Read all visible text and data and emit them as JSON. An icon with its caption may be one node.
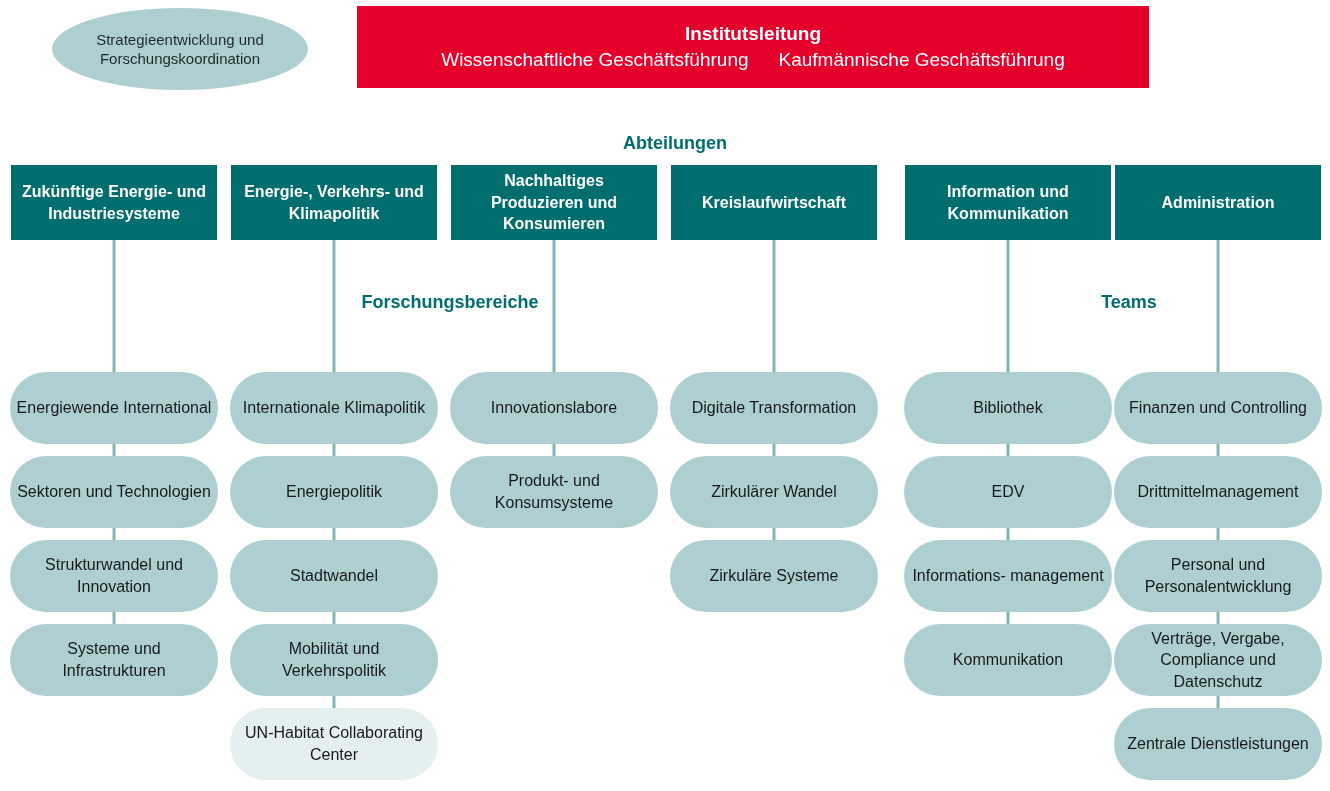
{
  "diagram": {
    "nodes": [
      {
        "text": [
          "Strategieentwicklung und Forschungskoordination"
        ]
      },
      {
        "text": [
          "Institutsleitung",
          "Wissenschaftliche Geschäftsführung",
          "Kaufmännische Geschäftsführung"
        ]
      },
      {
        "text": [
          "Zukünftige Energie- und Industriesysteme"
        ]
      },
      {
        "text": [
          "Energie-, Verkehrs- und Klimapolitik"
        ]
      },
      {
        "text": [
          "Nachhaltiges Produzieren und Konsumieren"
        ]
      },
      {
        "text": [
          "Kreislaufwirtschaft"
        ]
      },
      {
        "text": [
          "Information und Kommunikation"
        ]
      },
      {
        "text": [
          "Administration"
        ]
      },
      {
        "text": [
          "Energiewende International"
        ]
      },
      {
        "text": [
          "Sektoren und Technologien"
        ]
      },
      {
        "text": [
          "Strukturwandel und Innovation"
        ]
      },
      {
        "text": [
          "Systeme und Infrastrukturen"
        ]
      },
      {
        "text": [
          "Internationale Klimapolitik"
        ]
      },
      {
        "text": [
          "Energiepolitik"
        ]
      },
      {
        "text": [
          "Stadtwandel"
        ]
      },
      {
        "text": [
          "Mobilität und Verkehrspolitik"
        ]
      },
      {
        "text": [
          "UN-Habitat Collaborating Center"
        ]
      },
      {
        "text": [
          "Innovationslabore"
        ]
      },
      {
        "text": [
          "Produkt- und Konsumsysteme"
        ]
      },
      {
        "text": [
          "Digitale Transformation"
        ]
      },
      {
        "text": [
          "Zirkulärer Wandel"
        ]
      },
      {
        "text": [
          "Zirkuläre Systeme"
        ]
      },
      {
        "text": [
          "Bibliothek"
        ]
      },
      {
        "text": [
          "EDV"
        ]
      },
      {
        "text": [
          "Informations- management"
        ]
      },
      {
        "text": [
          "Kommunikation"
        ]
      },
      {
        "text": [
          "Finanzen und Controlling"
        ]
      },
      {
        "text": [
          "Drittmittelmanagement"
        ]
      },
      {
        "text": [
          "Personal und Personalentwicklung"
        ]
      },
      {
        "text": [
          "Verträge, Vergabe, Compliance und Datenschutz"
        ]
      },
      {
        "text": [
          "Zentrale Dienstleistungen"
        ]
      }
    ],
    "edges": [
      {
        "from": 2,
        "to": 8,
        "arrow": "none"
      },
      {
        "from": 8,
        "to": 9,
        "arrow": "none"
      },
      {
        "from": 9,
        "to": 10,
        "arrow": "none"
      },
      {
        "from": 10,
        "to": 11,
        "arrow": "none"
      },
      {
        "from": 3,
        "to": 12,
        "arrow": "none"
      },
      {
        "from": 12,
        "to": 13,
        "arrow": "none"
      },
      {
        "from": 13,
        "to": 14,
        "arrow": "none"
      },
      {
        "from": 14,
        "to": 15,
        "arrow": "none"
      },
      {
        "from": 15,
        "to": 16,
        "arrow": "none"
      },
      {
        "from": 4,
        "to": 17,
        "arrow": "none"
      },
      {
        "from": 17,
        "to": 18,
        "arrow": "none"
      },
      {
        "from": 5,
        "to": 19,
        "arrow": "none"
      },
      {
        "from": 19,
        "to": 20,
        "arrow": "none"
      },
      {
        "from": 20,
        "to": 21,
        "arrow": "none"
      },
      {
        "from": 6,
        "to": 22,
        "arrow": "none"
      },
      {
        "from": 22,
        "to": 23,
        "arrow": "none"
      },
      {
        "from": 23,
        "to": 24,
        "arrow": "none"
      },
      {
        "from": 24,
        "to": 25,
        "arrow": "none"
      },
      {
        "from": 7,
        "to": 26,
        "arrow": "none"
      },
      {
        "from": 26,
        "to": 27,
        "arrow": "none"
      },
      {
        "from": 27,
        "to": 28,
        "arrow": "none"
      },
      {
        "from": 28,
        "to": 29,
        "arrow": "none"
      },
      {
        "from": 29,
        "to": 30,
        "arrow": "none"
      }
    ],
    "labels": [
      "Abteilungen",
      "Forschungsbereiche",
      "Teams"
    ]
  }
}
